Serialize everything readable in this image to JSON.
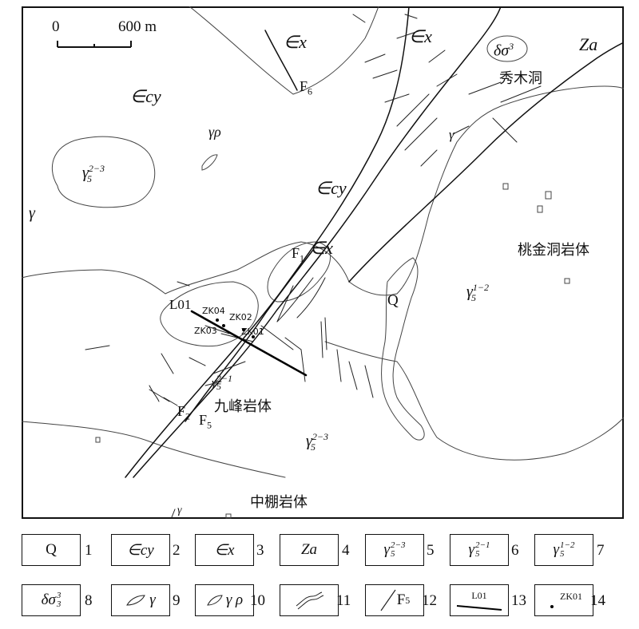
{
  "scale_bar": {
    "start": "0",
    "end": "600 m"
  },
  "units": {
    "ex_north": "∈x",
    "ex_north2": "∈x",
    "ex_center": "∈x",
    "ecy_west": "∈cy",
    "ecy_center": "∈cy",
    "za": "Za",
    "q": "Q"
  },
  "intrusions": {
    "delta_sigma": "δσ",
    "gamma_rho": "γρ",
    "gamma_west": "γ",
    "gamma_north": "γ",
    "gamma_south": "γ",
    "g5_23_west": "γ",
    "g5_21": "γ",
    "g5_12": "γ",
    "g5_23_south": "γ"
  },
  "place_names": {
    "xiumudong": "秀木洞",
    "taojindong": "桃金洞岩体",
    "jiufeng": "九峰岩体",
    "zhongpeng": "中棚岩体"
  },
  "faults": {
    "f1": "F",
    "f1_sub": "1",
    "f2": "F",
    "f2_sub": "2",
    "f5": "F",
    "f5_sub": "5",
    "f6": "F",
    "f6_sub": "6"
  },
  "section": {
    "line": "L01"
  },
  "boreholes": [
    "ZK04",
    "ZK02",
    "ZK03",
    "ZK01"
  ],
  "legend": [
    {
      "num": "1",
      "label": "Q"
    },
    {
      "num": "2",
      "label": "∈cy"
    },
    {
      "num": "3",
      "label": "∈x"
    },
    {
      "num": "4",
      "label": "Za"
    },
    {
      "num": "5",
      "label": "γ",
      "sub": "5",
      "sup": "2−3"
    },
    {
      "num": "6",
      "label": "γ",
      "sub": "5",
      "sup": "2−1"
    },
    {
      "num": "7",
      "label": "γ",
      "sub": "5",
      "sup": "1−2"
    },
    {
      "num": "8",
      "label": "δσ",
      "sub": "3",
      "sup": "3"
    },
    {
      "num": "9",
      "label": "γ"
    },
    {
      "num": "10",
      "label": "γ ρ"
    },
    {
      "num": "11",
      "label": ""
    },
    {
      "num": "12",
      "label": "F",
      "sub": "5"
    },
    {
      "num": "13",
      "label": "L01"
    },
    {
      "num": "14",
      "label": "ZK01"
    }
  ],
  "superscripts": {
    "sub5": "5",
    "sup23": "2−3",
    "sup21": "2−1",
    "sup12": "1−2",
    "sub3": "3",
    "sup3": "3"
  }
}
